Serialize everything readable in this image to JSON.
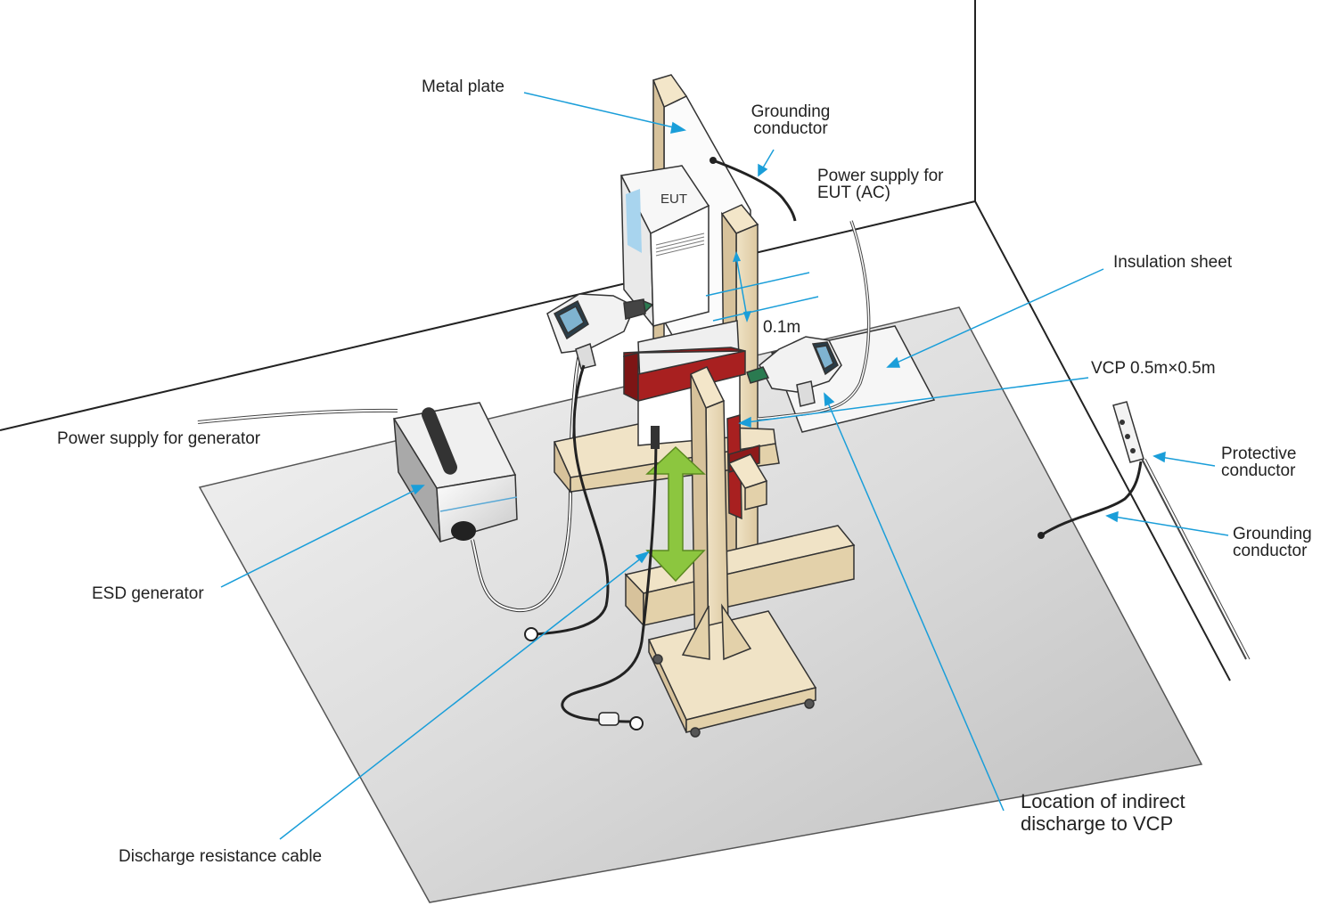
{
  "labels": {
    "metal_plate": "Metal plate",
    "grounding_conductor_top": "Grounding conductor",
    "power_supply_eut": "Power supply for EUT (AC)",
    "insulation_sheet": "Insulation sheet",
    "vcp": "VCP 0.5m×0.5m",
    "protective_conductor": "Protective conductor",
    "grounding_conductor_right": "Grounding conductor",
    "power_supply_generator": "Power supply for generator",
    "esd_generator": "ESD generator",
    "discharge_resistance_cable": "Discharge resistance cable",
    "indirect_discharge_location": "Location of indirect discharge to VCP",
    "eut": "EUT",
    "distance": "0.1m"
  },
  "colors": {
    "leader_line": "#1a9ed9",
    "wood": "#e8d8b6",
    "wood_edge": "#333333",
    "clamp": "#9b1c1c",
    "height_arrow": "#8cc63f",
    "floor": "#d8d8d8",
    "cable": "#222222"
  }
}
